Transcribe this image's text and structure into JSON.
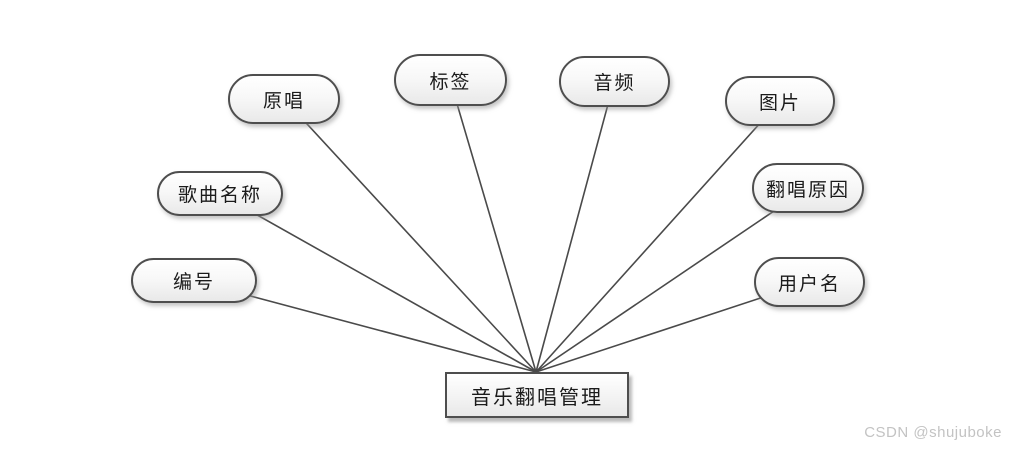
{
  "diagram": {
    "type": "attribute-diagram",
    "colors": {
      "background": "#ffffff",
      "line": "#4a4a4a",
      "node_border": "#4e4e4e",
      "node_fill_top": "#ffffff",
      "node_fill_bottom": "#e9e9e9",
      "text": "#1b1b1b"
    },
    "nodes": [
      {
        "id": "original-singer",
        "label": "原唱"
      },
      {
        "id": "tag",
        "label": "标签"
      },
      {
        "id": "audio",
        "label": "音频"
      },
      {
        "id": "picture",
        "label": "图片"
      },
      {
        "id": "song-name",
        "label": "歌曲名称"
      },
      {
        "id": "cover-reason",
        "label": "翻唱原因"
      },
      {
        "id": "serial-number",
        "label": "编号"
      },
      {
        "id": "username",
        "label": "用户名"
      }
    ],
    "center": {
      "id": "music-cover-management",
      "label": "音乐翻唱管理"
    },
    "edges": [
      {
        "from": "original-singer",
        "to": "music-cover-management"
      },
      {
        "from": "tag",
        "to": "music-cover-management"
      },
      {
        "from": "audio",
        "to": "music-cover-management"
      },
      {
        "from": "picture",
        "to": "music-cover-management"
      },
      {
        "from": "song-name",
        "to": "music-cover-management"
      },
      {
        "from": "cover-reason",
        "to": "music-cover-management"
      },
      {
        "from": "serial-number",
        "to": "music-cover-management"
      },
      {
        "from": "username",
        "to": "music-cover-management"
      }
    ]
  },
  "watermark": {
    "text": "CSDN @shujuboke",
    "color": "#c3c3c3"
  }
}
